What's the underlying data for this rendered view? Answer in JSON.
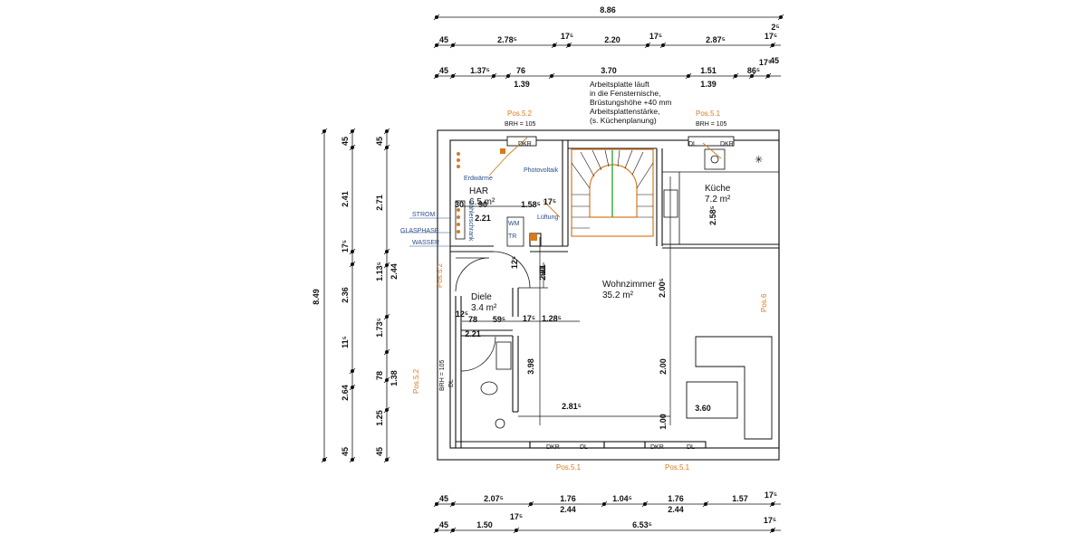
{
  "dims": {
    "top_total": "8.86",
    "top_row1": [
      "45",
      "2.78⁵",
      "17⁵",
      "2.20",
      "17⁵",
      "2.87⁵",
      "17⁵",
      "2⁵"
    ],
    "top_row2": [
      "45",
      "1.37⁵",
      "76",
      "1.39",
      "3.70",
      "1.51",
      "1.39",
      "86⁵",
      "17⁵",
      "45"
    ],
    "left_total": "8.49",
    "left_col1": [
      "45",
      "2.41",
      "17⁵",
      "2.36",
      "11⁵",
      "2.64",
      "45"
    ],
    "left_col2": [
      "45",
      "2.71",
      "1.13⁵",
      "2.44",
      "1.73⁵",
      "78",
      "1.38",
      "1.25",
      "45"
    ],
    "bottom_row1": [
      "45",
      "2.07⁵",
      "1.76",
      "2.44",
      "1.04⁵",
      "1.76",
      "2.44",
      "1.57",
      "17⁵"
    ],
    "bottom_row2": [
      "45",
      "1.50",
      "17⁵",
      "6.53⁵",
      "17⁵"
    ],
    "interior": [
      "90",
      "2.21",
      "1.58⁵",
      "17⁵",
      "30",
      "12⁵",
      "90",
      "2.21",
      "12⁵",
      "78",
      "59⁵",
      "2.21",
      "17⁵",
      "1.28⁵",
      "2.58⁵",
      "2.00⁵",
      "3.98",
      "2.00",
      "2.81⁵",
      "1.00",
      "3.60"
    ]
  },
  "rooms": {
    "har": {
      "name": "HAR",
      "area": "6.5 m²"
    },
    "diele": {
      "name": "Diele",
      "area": "3.4 m²"
    },
    "wohnzimmer": {
      "name": "Wohnzimmer",
      "area": "35.2 m²"
    },
    "kueche": {
      "name": "Küche",
      "area": "7.2 m²"
    }
  },
  "labels": {
    "erdwaerme": "Erdwärme",
    "photovoltaik": "Photovoltaik",
    "lueftung": "Lüftung",
    "zaehlerschrank": "Zählerschrank",
    "strom": "STROM",
    "glasphase": "GLASPHASE",
    "wasser": "WASSER",
    "wm": "WM",
    "tr": "TR",
    "brh": "BRH = 105",
    "dkr": "DKR",
    "dl": "DL"
  },
  "positions": {
    "pos_5_2": "Pos.5.2",
    "pos_5_1": "Pos.5.1",
    "pos_6": "Pos.6"
  },
  "note": [
    "Arbeitsplatte läuft",
    "in die Fensternische,",
    "Brüstungshöhe +40 mm",
    "Arbeitsplattenstärke,",
    "(s. Küchenplanung)"
  ],
  "colors": {
    "line": "#111111",
    "orange": "#d87a1e",
    "blue": "#2a4d8a",
    "green": "#3fae3f"
  }
}
